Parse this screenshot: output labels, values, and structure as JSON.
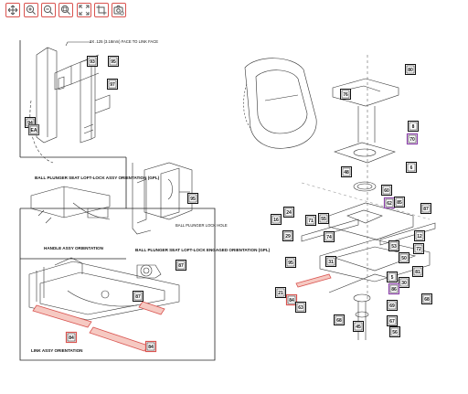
{
  "toolbar": {
    "buttons": [
      {
        "name": "move-tool-button",
        "icon": "move-icon"
      },
      {
        "name": "zoom-in-button",
        "icon": "zoom-in-icon"
      },
      {
        "name": "zoom-out-button",
        "icon": "zoom-out-icon"
      },
      {
        "name": "zoom-region-button",
        "icon": "zoom-region-icon"
      },
      {
        "name": "fit-screen-button",
        "icon": "fit-screen-icon"
      },
      {
        "name": "crop-button",
        "icon": "crop-icon"
      },
      {
        "name": "camera-settings-button",
        "icon": "camera-settings-icon"
      }
    ],
    "accent": "#d9534f"
  },
  "diagram": {
    "labels": {
      "dim_note": "2X .125 (3.18mm) FACE TO LINK FACE",
      "caption_ball_plunger": "BALL PLUNGER SEAT LOFT-LOCK ASSY ORIENTATION (GPL)",
      "caption_handle": "HANDLE ASSY ORIENTATION",
      "ball_plunger_lock_hole": "BALL PLUNGER LOCK HOLE",
      "caption_engaged": "BALL PLUNGER SEAT LOFT-LOCK ENGAGED ORIENTATION (GPL)",
      "caption_link": "LINK ASSY ORIENTATION"
    },
    "callouts": [
      {
        "id": "93"
      },
      {
        "id": "95"
      },
      {
        "id": "97"
      },
      {
        "id": "94"
      },
      {
        "id": "EA"
      },
      {
        "id": "95"
      },
      {
        "id": "87"
      },
      {
        "id": "84"
      },
      {
        "id": "84"
      },
      {
        "id": "87"
      },
      {
        "id": "80"
      },
      {
        "id": "76"
      },
      {
        "id": "8"
      },
      {
        "id": "70"
      },
      {
        "id": "48"
      },
      {
        "id": "6"
      },
      {
        "id": "16"
      },
      {
        "id": "24"
      },
      {
        "id": "71"
      },
      {
        "id": "55"
      },
      {
        "id": "29"
      },
      {
        "id": "60"
      },
      {
        "id": "74"
      },
      {
        "id": "62"
      },
      {
        "id": "85"
      },
      {
        "id": "87"
      },
      {
        "id": "12"
      },
      {
        "id": "95"
      },
      {
        "id": "31"
      },
      {
        "id": "53"
      },
      {
        "id": "72"
      },
      {
        "id": "50"
      },
      {
        "id": "5"
      },
      {
        "id": "81"
      },
      {
        "id": "30"
      },
      {
        "id": "86"
      },
      {
        "id": "68"
      },
      {
        "id": "84"
      },
      {
        "id": "63"
      },
      {
        "id": "21"
      },
      {
        "id": "69"
      },
      {
        "id": "67"
      },
      {
        "id": "68"
      },
      {
        "id": "56"
      },
      {
        "id": "45"
      }
    ]
  }
}
